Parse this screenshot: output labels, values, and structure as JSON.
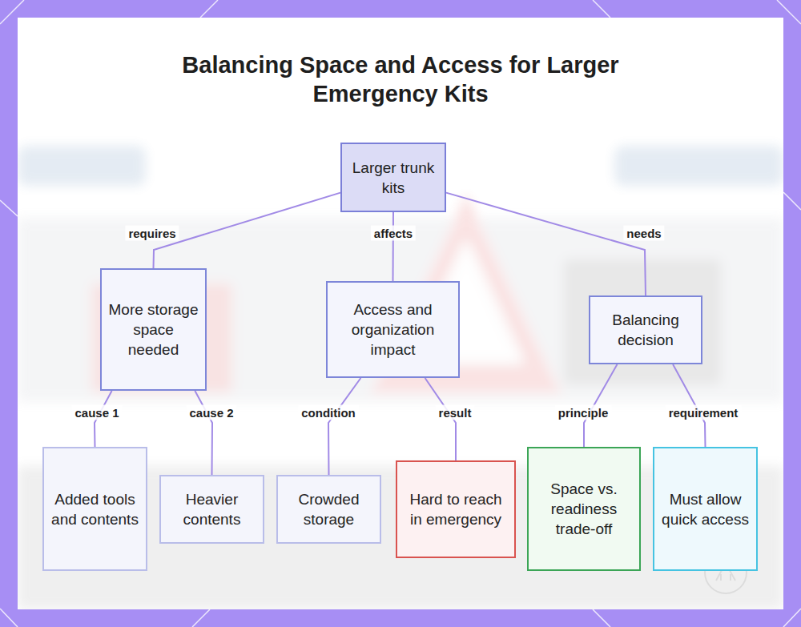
{
  "diagram": {
    "title": "Balancing Space and Access for Larger Emergency Kits",
    "nodes": [
      {
        "text": [
          "Larger trunk kits"
        ]
      },
      {
        "text": [
          "More storage space needed"
        ]
      },
      {
        "text": [
          "Access and organization impact"
        ]
      },
      {
        "text": [
          "Balancing decision"
        ]
      },
      {
        "text": [
          "Added tools and contents"
        ]
      },
      {
        "text": [
          "Heavier contents"
        ]
      },
      {
        "text": [
          "Crowded storage"
        ]
      },
      {
        "text": [
          "Hard to reach in emergency"
        ]
      },
      {
        "text": [
          "Space vs. readiness trade-off"
        ]
      },
      {
        "text": [
          "Must allow quick access"
        ]
      }
    ],
    "edges": [
      {
        "from": 0,
        "to": 1,
        "label": "requires",
        "arrow": "none"
      },
      {
        "from": 0,
        "to": 2,
        "label": "affects",
        "arrow": "none"
      },
      {
        "from": 0,
        "to": 3,
        "label": "needs",
        "arrow": "none"
      },
      {
        "from": 1,
        "to": 4,
        "label": "cause 1",
        "arrow": "none"
      },
      {
        "from": 1,
        "to": 5,
        "label": "cause 2",
        "arrow": "none"
      },
      {
        "from": 2,
        "to": 6,
        "label": "condition",
        "arrow": "none"
      },
      {
        "from": 2,
        "to": 7,
        "label": "result",
        "arrow": "none"
      },
      {
        "from": 3,
        "to": 8,
        "label": "principle",
        "arrow": "none"
      },
      {
        "from": 3,
        "to": 9,
        "label": "requirement",
        "arrow": "none"
      }
    ]
  }
}
